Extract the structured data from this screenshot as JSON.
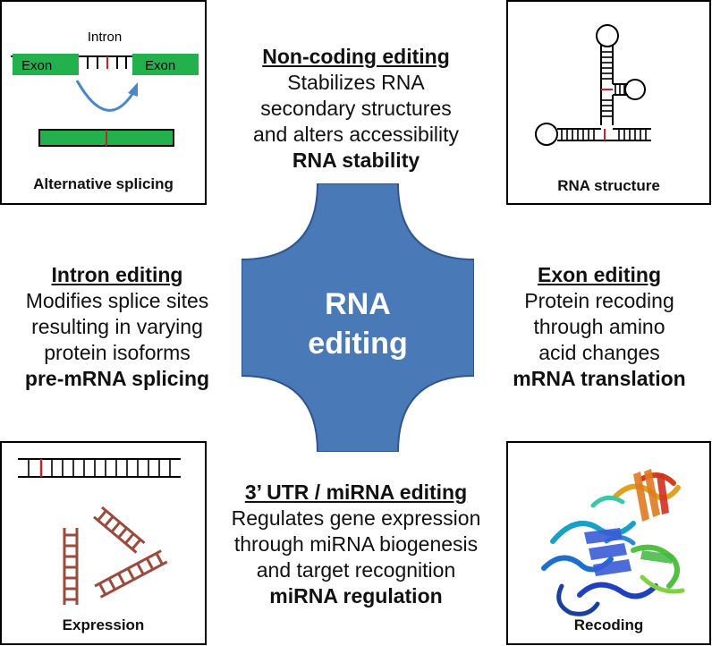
{
  "panels": {
    "splicing": {
      "caption": "Alternative splicing",
      "intron_label": "Intron",
      "exon_left": "Exon",
      "exon_right": "Exon"
    },
    "structure": {
      "caption": "RNA structure"
    },
    "expression": {
      "caption": "Expression"
    },
    "recoding": {
      "caption": "Recoding"
    }
  },
  "blocks": {
    "noncoding": {
      "heading": "Non-coding editing",
      "lines": [
        "Stabilizes RNA",
        "secondary structures",
        "and alters accessibility"
      ],
      "function": "RNA stability"
    },
    "intron": {
      "heading": "Intron editing",
      "lines": [
        "Modifies splice sites",
        "resulting in varying",
        "protein isoforms"
      ],
      "function": "pre-mRNA splicing"
    },
    "exon": {
      "heading": "Exon editing",
      "lines": [
        "Protein recoding",
        "through amino",
        "acid changes"
      ],
      "function": "mRNA translation"
    },
    "utr": {
      "heading": "3’ UTR  / miRNA editing",
      "lines": [
        "Regulates gene expression",
        "through miRNA biogenesis",
        "and target recognition"
      ],
      "function": "miRNA regulation"
    }
  },
  "center": {
    "line1": "RNA",
    "line2": "editing"
  },
  "colors": {
    "center_fill": "#4a79b8",
    "exon": "#22b14c",
    "edit_mark": "#c0282d",
    "ladder": "#9b4a3c"
  }
}
